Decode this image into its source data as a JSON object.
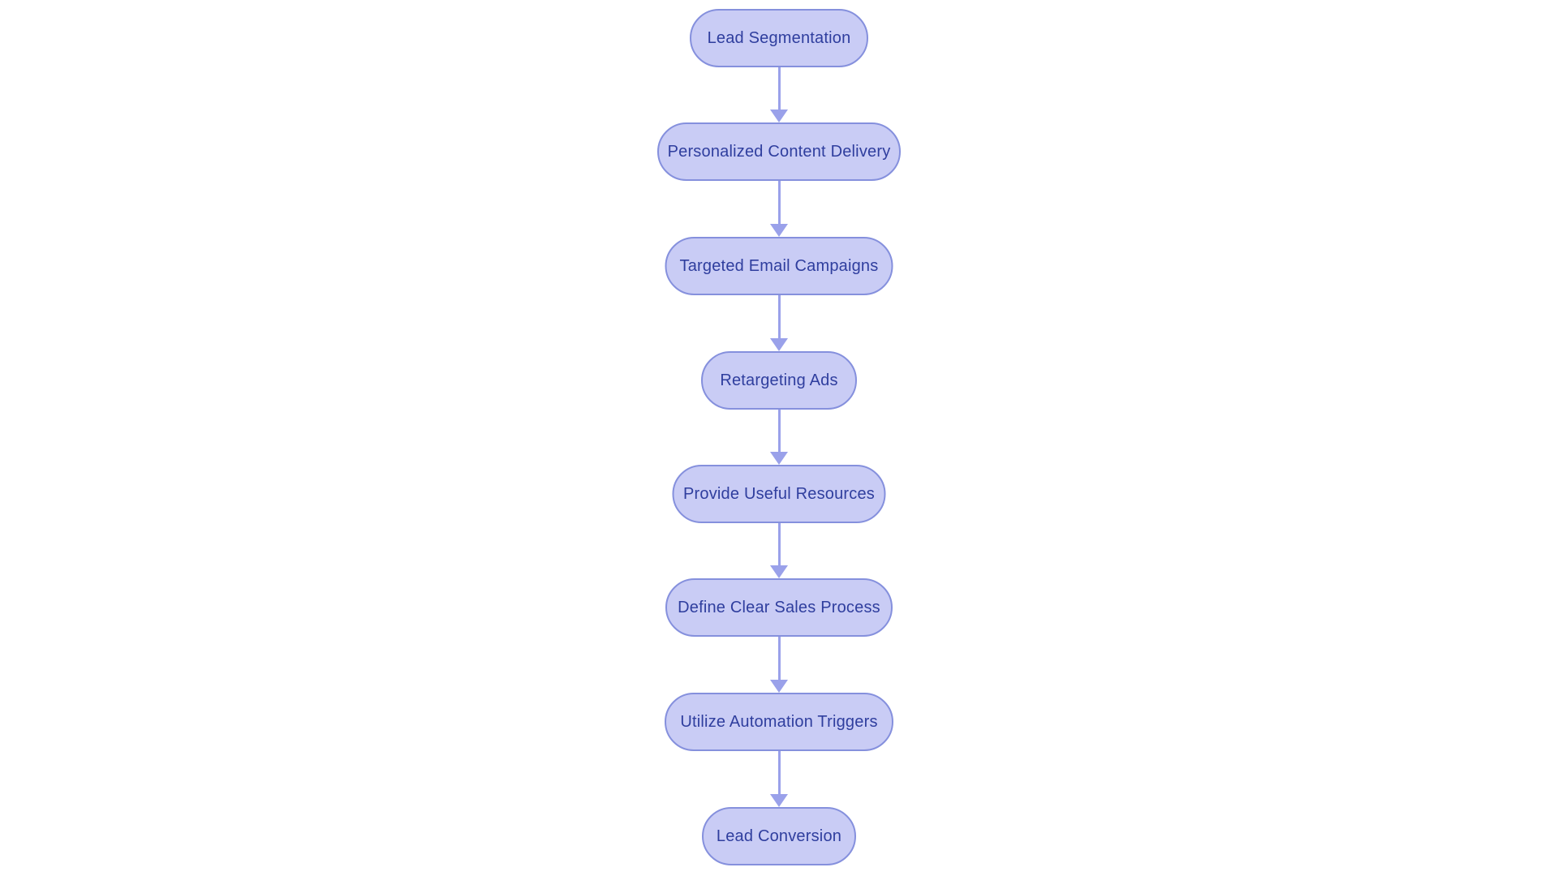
{
  "diagram": {
    "type": "flowchart",
    "direction": "top-down",
    "nodes": [
      {
        "label": "Lead Segmentation"
      },
      {
        "label": "Personalized Content Delivery"
      },
      {
        "label": "Targeted Email Campaigns"
      },
      {
        "label": "Retargeting Ads"
      },
      {
        "label": "Provide Useful Resources"
      },
      {
        "label": "Define Clear Sales Process"
      },
      {
        "label": "Utilize Automation Triggers"
      },
      {
        "label": "Lead Conversion"
      }
    ],
    "edges": [
      {
        "from": "Lead Segmentation",
        "to": "Personalized Content Delivery"
      },
      {
        "from": "Personalized Content Delivery",
        "to": "Targeted Email Campaigns"
      },
      {
        "from": "Targeted Email Campaigns",
        "to": "Retargeting Ads"
      },
      {
        "from": "Retargeting Ads",
        "to": "Provide Useful Resources"
      },
      {
        "from": "Provide Useful Resources",
        "to": "Define Clear Sales Process"
      },
      {
        "from": "Define Clear Sales Process",
        "to": "Utilize Automation Triggers"
      },
      {
        "from": "Utilize Automation Triggers",
        "to": "Lead Conversion"
      }
    ],
    "colors": {
      "background": "#ffffff",
      "node_fill": "#c9ccf5",
      "node_border": "#8590dd",
      "node_text": "#2f3e9e",
      "arrow": "#9aa1ea"
    }
  }
}
